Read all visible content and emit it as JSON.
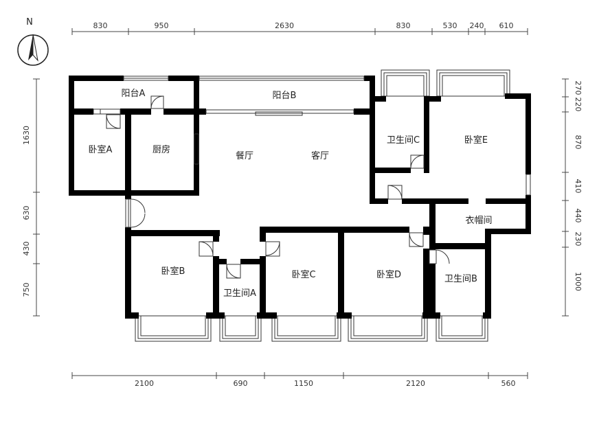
{
  "compass": {
    "label": "N"
  },
  "dims_top": [
    "830",
    "950",
    "2630",
    "830",
    "530",
    "240",
    "610"
  ],
  "dims_bottom": [
    "2100",
    "690",
    "1150",
    "2120",
    "560"
  ],
  "dims_left": [
    "1630",
    "630",
    "430",
    "750"
  ],
  "dims_right": [
    "270",
    "220",
    "870",
    "410",
    "440",
    "230",
    "1000"
  ],
  "rooms": {
    "balcony_a": "阳台A",
    "balcony_b": "阳台B",
    "bedroom_a": "卧室A",
    "kitchen": "厨房",
    "dining": "餐厅",
    "living": "客厅",
    "bath_c": "卫生间C",
    "bedroom_e": "卧室E",
    "closet": "衣帽间",
    "bedroom_b": "卧室B",
    "bath_a": "卫生间A",
    "bedroom_c": "卧室C",
    "bedroom_d": "卧室D",
    "bath_b": "卫生间B"
  }
}
